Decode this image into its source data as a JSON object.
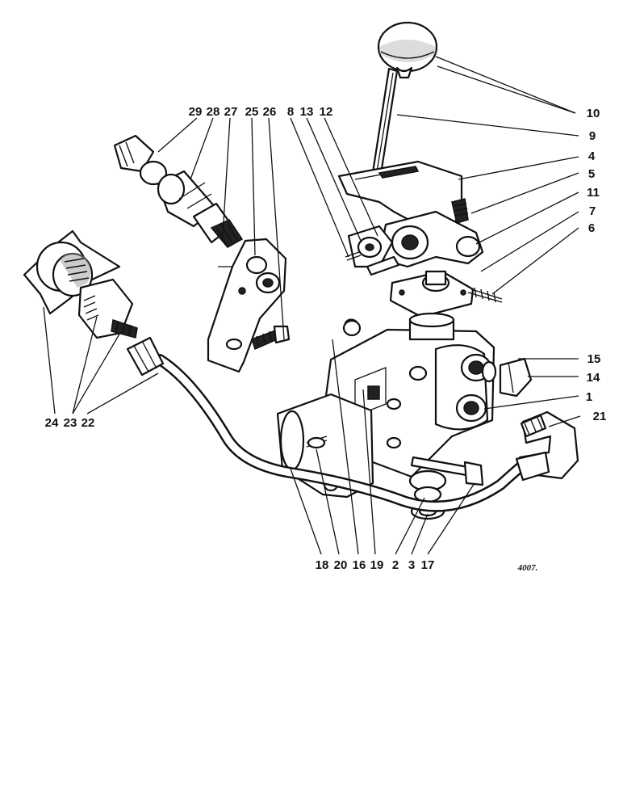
{
  "figure": {
    "drawing_number": "4007.",
    "callouts": {
      "n1": "1",
      "n2": "2",
      "n3": "3",
      "n4": "4",
      "n5": "5",
      "n6": "6",
      "n7": "7",
      "n8": "8",
      "n9": "9",
      "n10": "10",
      "n11": "11",
      "n12": "12",
      "n13": "13",
      "n14": "14",
      "n15": "15",
      "n16": "16",
      "n17": "17",
      "n18": "18",
      "n19": "19",
      "n20": "20",
      "n21": "21",
      "n22": "22",
      "n23": "23",
      "n24": "24",
      "n25": "25",
      "n26": "26",
      "n27": "27",
      "n28": "28",
      "n29": "29"
    }
  }
}
